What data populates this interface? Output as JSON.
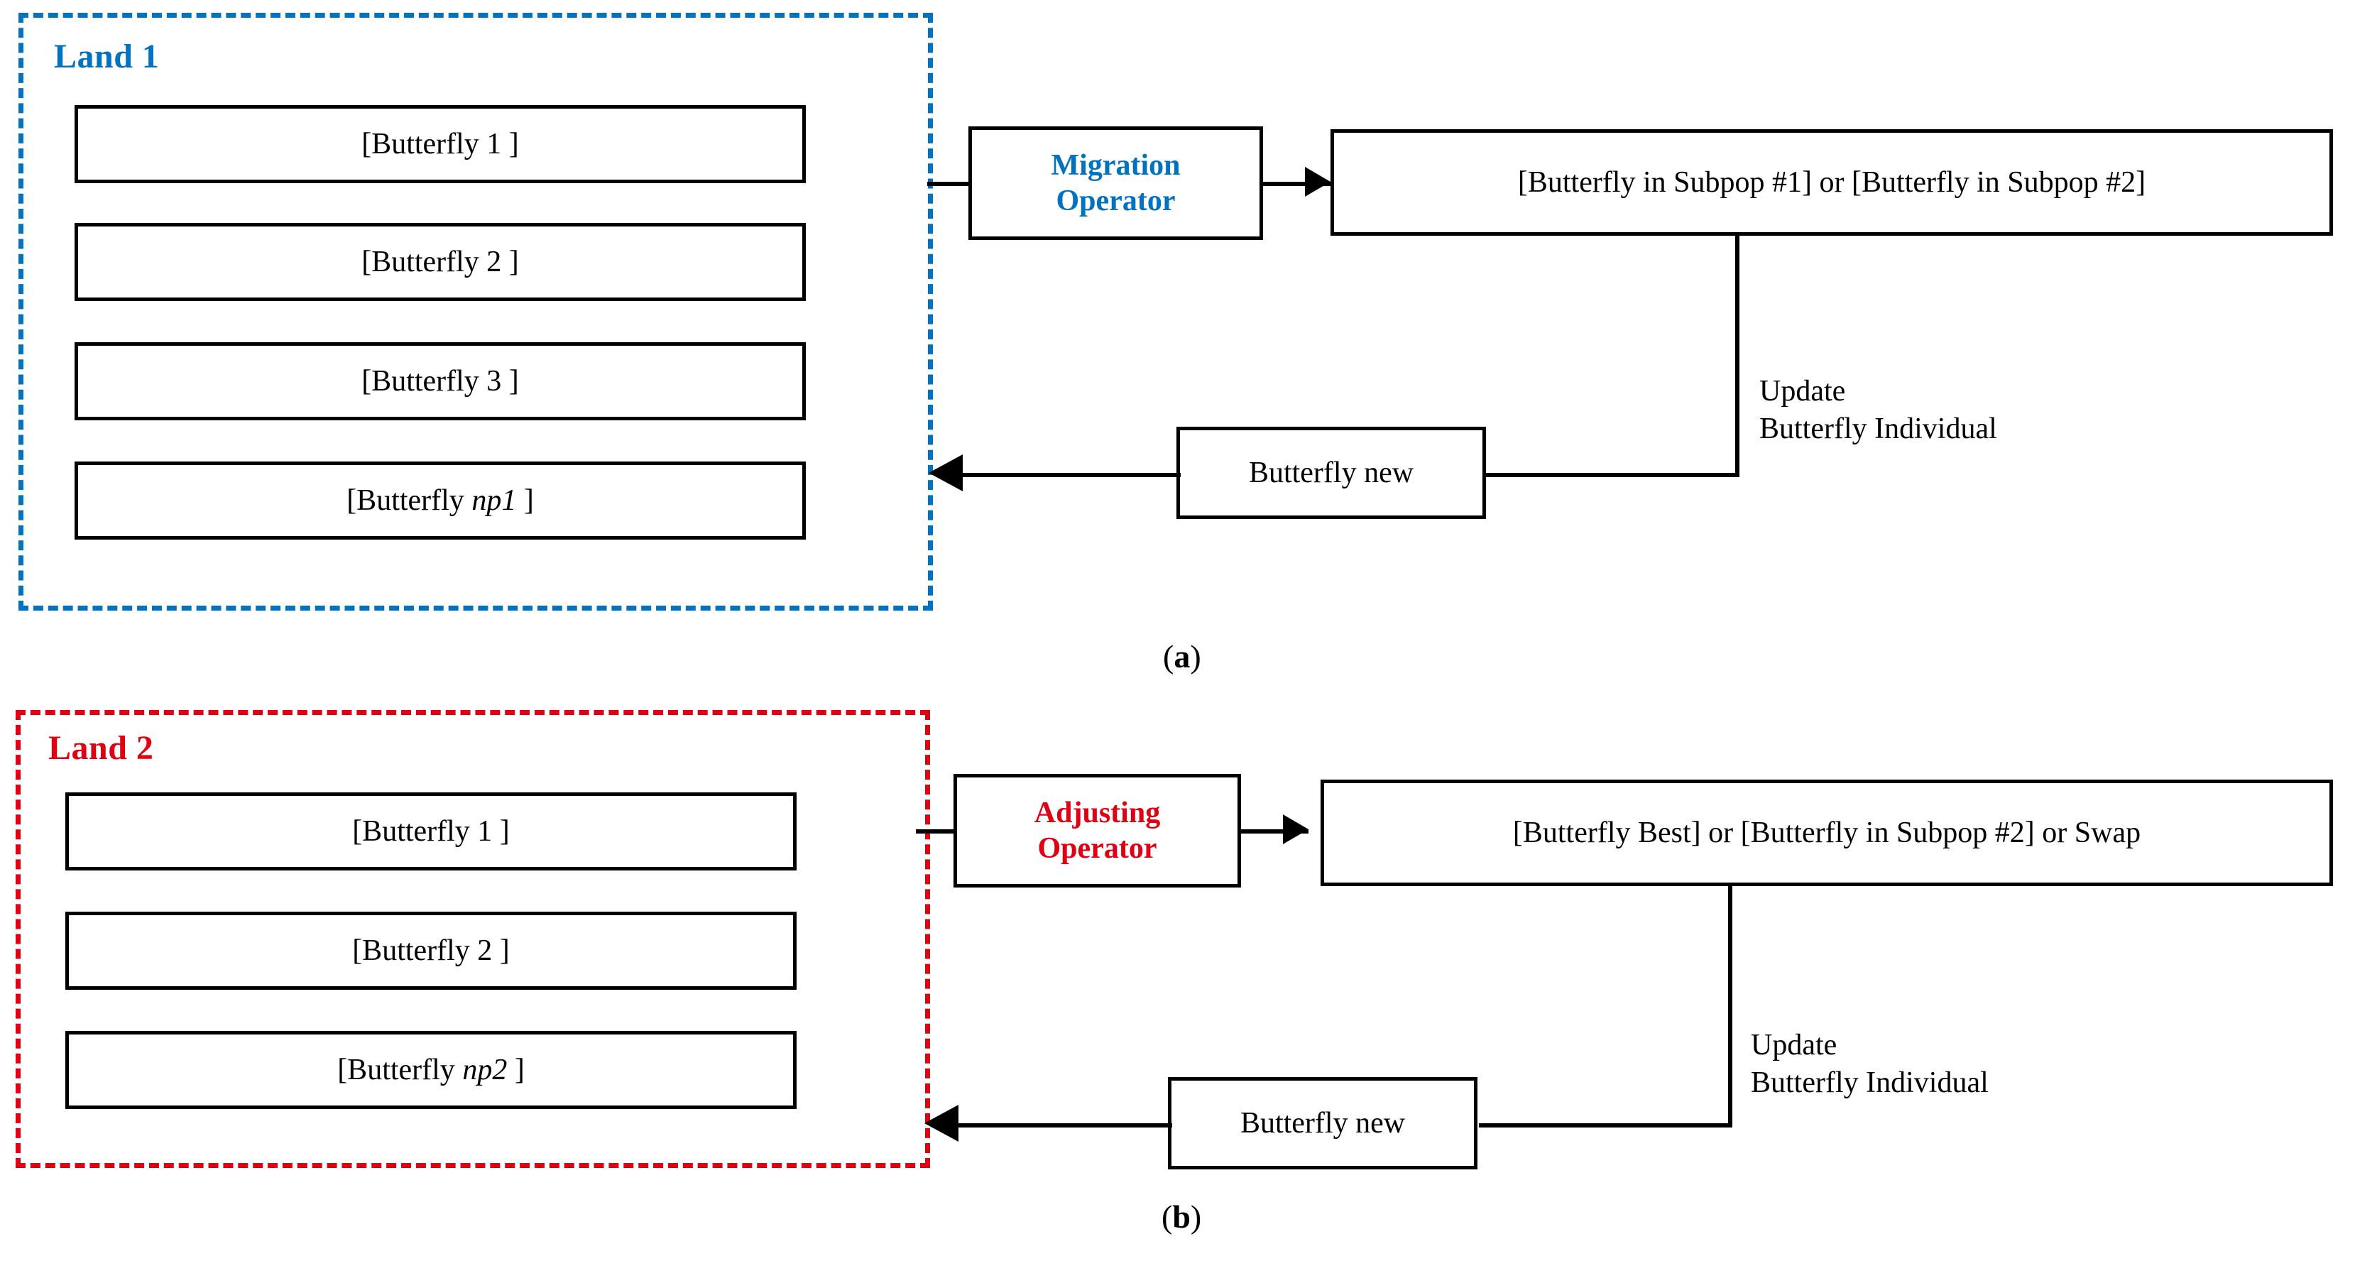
{
  "figure": {
    "title": "Monarch Butterfly Optimization migration and adjusting operators",
    "colors": {
      "land1_accent": "#0072C0",
      "land2_accent": "#E00012",
      "stroke": "#000000",
      "background": "#FFFFFF"
    }
  },
  "panel_a": {
    "caption_open": "(",
    "caption_letter": "a",
    "caption_close": ")",
    "land": {
      "label": "Land 1",
      "accent": "#0072C0",
      "individuals": [
        {
          "text": "[Butterfly 1 ]"
        },
        {
          "text": "[Butterfly 2 ]"
        },
        {
          "text": "[Butterfly 3 ]"
        },
        {
          "prefix": "[Butterfly ",
          "italic": "np1",
          "suffix": " ]"
        }
      ]
    },
    "operator": {
      "line1": "Migration",
      "line2": "Operator"
    },
    "result_box": {
      "text": "[Butterfly in Subpop #1] or [Butterfly in Subpop #2]"
    },
    "update_annotation": {
      "line1": "Update",
      "line2": "Butterfly  Individual"
    },
    "new_box": {
      "text": "Butterfly new"
    }
  },
  "panel_b": {
    "caption_open": "(",
    "caption_letter": "b",
    "caption_close": ")",
    "land": {
      "label": "Land 2",
      "accent": "#E00012",
      "individuals": [
        {
          "text": "[Butterfly 1 ]"
        },
        {
          "text": "[Butterfly 2 ]"
        },
        {
          "prefix": "[Butterfly ",
          "italic": "np2",
          "suffix": " ]"
        }
      ]
    },
    "operator": {
      "line1": "Adjusting",
      "line2": "Operator"
    },
    "result_box": {
      "text": "[Butterfly Best] or [Butterfly in Subpop #2] or Swap"
    },
    "update_annotation": {
      "line1": "Update",
      "line2": "Butterfly Individual"
    },
    "new_box": {
      "text": "Butterfly new"
    }
  }
}
